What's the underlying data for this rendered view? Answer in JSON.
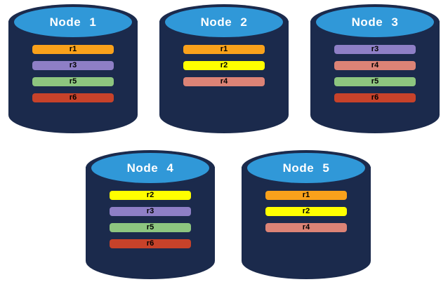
{
  "diagram": {
    "description": "Five database nodes with replica placement",
    "colors": {
      "background": "#FFFFFF",
      "cylinder_body": "#1B2A4C",
      "cylinder_top": "#3098D8",
      "title_text": "#FFFFFF",
      "bar_text": "#000000"
    },
    "replica_colors": {
      "r1": "#F9A11B",
      "r2": "#FFFF00",
      "r3": "#8E7FC6",
      "r4": "#DC8376",
      "r5": "#8DC57F",
      "r6": "#C7422A"
    },
    "nodes": [
      {
        "label": "Node 1",
        "row": 1,
        "replicas": [
          "r1",
          "r3",
          "r5",
          "r6"
        ]
      },
      {
        "label": "Node 2",
        "row": 1,
        "replicas": [
          "r1",
          "r2",
          "r4"
        ]
      },
      {
        "label": "Node 3",
        "row": 1,
        "replicas": [
          "r3",
          "r4",
          "r5",
          "r6"
        ]
      },
      {
        "label": "Node 4",
        "row": 2,
        "replicas": [
          "r2",
          "r3",
          "r5",
          "r6"
        ]
      },
      {
        "label": "Node 5",
        "row": 2,
        "replicas": [
          "r1",
          "r2",
          "r4"
        ]
      }
    ]
  }
}
